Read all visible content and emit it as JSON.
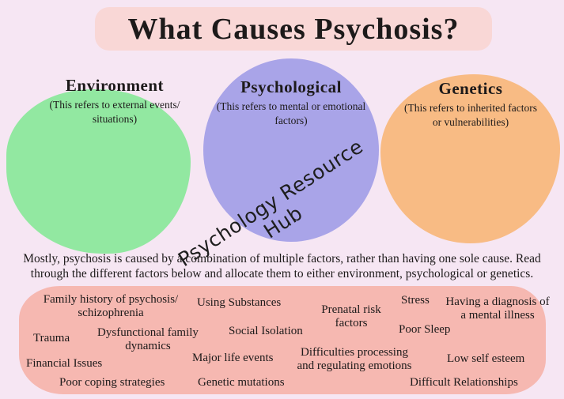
{
  "poster": {
    "title": "What Causes Psychosis?",
    "watermark": "Psychology Resource Hub",
    "intro": "Mostly, psychosis is caused by a combination of multiple factors, rather than having one sole cause. Read through the different factors below and allocate them to either environment, psychological or genetics.",
    "colors": {
      "background": "#f6e6f3",
      "title_pill": "#f9d7d6",
      "environment_blob": "#92e8a1",
      "psychological_blob": "#a9a4e8",
      "genetics_blob": "#f8bb84",
      "factors_blob": "#f6b8b1",
      "text": "#1d1a1a"
    },
    "categories": [
      {
        "name": "Environment",
        "description": "(This refers to external events/ situations)"
      },
      {
        "name": "Psychological",
        "description": "(This refers to mental or emotional factors)"
      },
      {
        "name": "Genetics",
        "description": "(This refers to inherited factors or vulnerabilities)"
      }
    ],
    "factors": [
      "Family history of psychosis/ schizophrenia",
      "Using Substances",
      "Prenatal risk factors",
      "Stress",
      "Having a diagnosis of a mental illness",
      "Trauma",
      "Dysfunctional family dynamics",
      "Social Isolation",
      "Poor Sleep",
      "Financial Issues",
      "Major life events",
      "Difficulties processing and regulating emotions",
      "Low self esteem",
      "Poor coping strategies",
      "Genetic mutations",
      "Difficult Relationships"
    ]
  }
}
